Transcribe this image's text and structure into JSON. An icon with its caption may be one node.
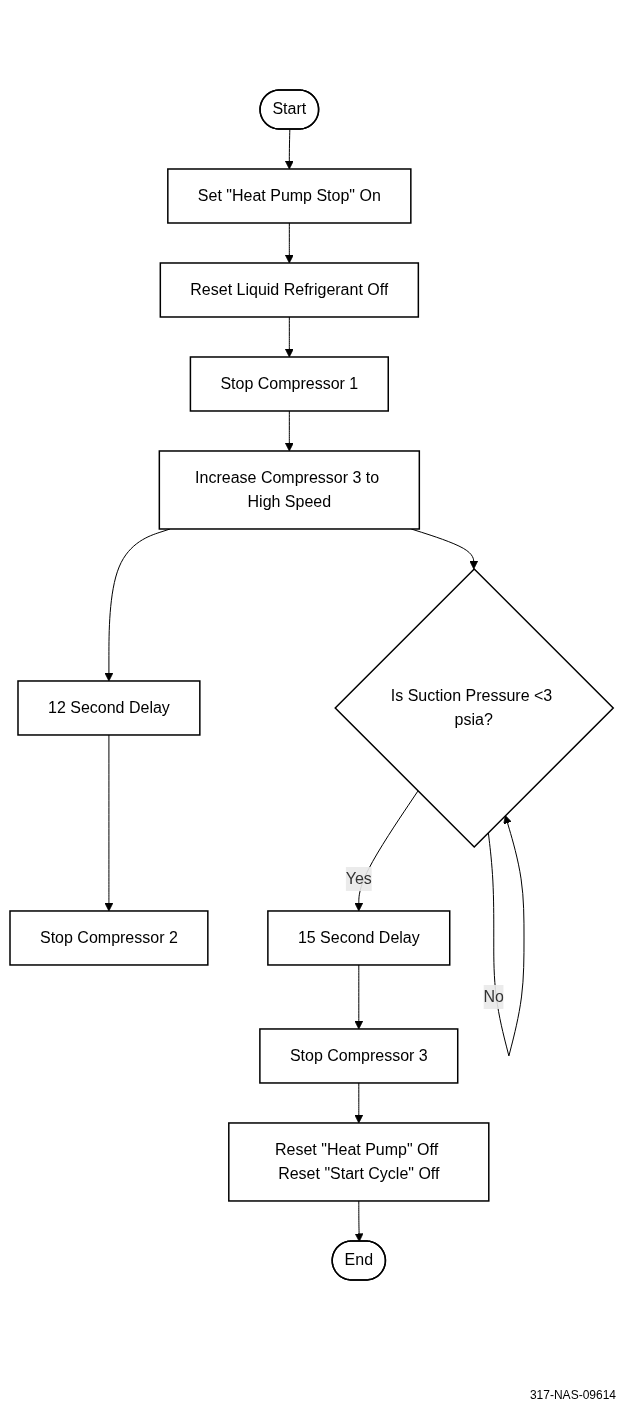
{
  "diagram": {
    "nodes": [
      {
        "text": [
          "Start"
        ]
      },
      {
        "text": [
          "Set \"Heat Pump Stop\" On"
        ]
      },
      {
        "text": [
          "Reset Liquid Refrigerant Off"
        ]
      },
      {
        "text": [
          "Stop Compressor 1"
        ]
      },
      {
        "text": [
          "Increase Compressor 3 to High Speed"
        ]
      },
      {
        "text": [
          "12 Second Delay"
        ]
      },
      {
        "text": [
          "Stop Compressor 2"
        ]
      },
      {
        "text": [
          "Is Suction Pressure <3 psia?"
        ]
      },
      {
        "text": [
          "15 Second Delay"
        ]
      },
      {
        "text": [
          "Stop Compressor 3"
        ]
      },
      {
        "text": [
          "Reset \"Heat Pump\" Off Reset \"Start Cycle\" Off"
        ]
      },
      {
        "text": [
          "End"
        ]
      }
    ],
    "edges": [
      {
        "from": 0,
        "to": 1,
        "arrow": "to"
      },
      {
        "from": 1,
        "to": 2,
        "arrow": "to"
      },
      {
        "from": 2,
        "to": 3,
        "arrow": "to"
      },
      {
        "from": 3,
        "to": 4,
        "arrow": "to"
      },
      {
        "from": 4,
        "to": 5,
        "arrow": "to"
      },
      {
        "from": 4,
        "to": 7,
        "arrow": "to"
      },
      {
        "from": 5,
        "to": 6,
        "arrow": "to"
      },
      {
        "from": 7,
        "to": 7,
        "label": "No",
        "arrow": "to"
      },
      {
        "from": 7,
        "to": 8,
        "label": "Yes",
        "arrow": "to"
      },
      {
        "from": 8,
        "to": 9,
        "arrow": "to"
      },
      {
        "from": 9,
        "to": 10,
        "arrow": "to"
      },
      {
        "from": 10,
        "to": 11,
        "arrow": "to"
      }
    ],
    "labels": [
      "317-NAS-09614"
    ]
  }
}
